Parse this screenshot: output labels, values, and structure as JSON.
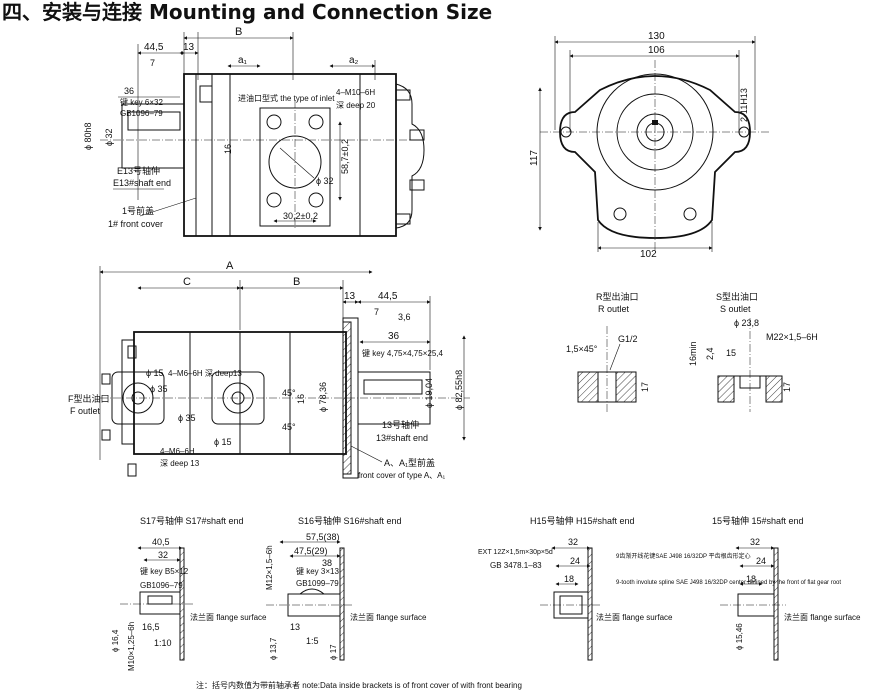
{
  "title": "四、安装与连接  Mounting and Connection Size",
  "labels": {
    "d_130": "130",
    "d_106": "106",
    "d_117": "117",
    "d_102": "102",
    "d_2_11": "2-11H13",
    "d_B": "B",
    "d_44_5": "44,5",
    "d_13": "13",
    "d_a1": "a₁",
    "d_a2": "a₂",
    "d_7": "7",
    "d_36_top": "36",
    "d_phi80": "ϕ 80h8",
    "d_phi32": "ϕ 32",
    "d_16": "16",
    "d_58_7": "58,7±0,2",
    "d_30_2": "30,2±0,2",
    "inlet": "进油口型式 the type of inlet",
    "m10": "4–M10–6H",
    "deep20": "深 deep 20",
    "key6": "键 key 6×32",
    "gb1": "GB1096–79",
    "e13_cn": "E13号轴伸",
    "e13_en": "E13#shaft end",
    "fc1_cn": "1号前盖",
    "fc1_en": "1# front cover",
    "d_A": "A",
    "d_C": "C",
    "d_B2": "B",
    "d_13b": "13",
    "d_44_5b": "44,5",
    "d_7b": "7",
    "d_3_6": "3,6",
    "d_36b": "36",
    "key475": "键 key 4,75×4,75×25,4",
    "phi15": "ϕ 15",
    "m6_13": "4–M6–6H 深 deep13",
    "phi35a": "ϕ 35",
    "phi35b": "ϕ 35",
    "phi15b": "ϕ 15",
    "m6b": "4–M6–6H",
    "deep13": "深 deep 13",
    "ang45a": "45°",
    "ang45b": "45°",
    "d_16b": "16",
    "phi78": "ϕ 78,36",
    "phi19": "ϕ 19,04",
    "phi82": "ϕ 82,55h8",
    "f_out_cn": "F型出油口",
    "f_out_en": "F outlet",
    "s13_cn": "13号轴伸",
    "s13_en": "13#shaft end",
    "aa1_cn": "A、A₁型前盖",
    "aa1_en": "front cover of type A、A₁",
    "r_cn": "R型出油口",
    "r_en": "R outlet",
    "s_cn": "S型出油口",
    "s_en": "S outlet",
    "chamfer": "1,5×45°",
    "g12": "G1/2",
    "d_17": "17",
    "phi23": "ϕ 23,8",
    "m22": "M22×1,5–6H",
    "d_16min": "16min",
    "d_2_4": "2,4",
    "d_15": "15",
    "d_17b": "17",
    "s17_title": "S17号轴伸   S17#shaft end",
    "d_40_5": "40,5",
    "d_32a": "32",
    "key5": "键 key B5×12",
    "gb2": "GB1096–79",
    "m10_1": "M10×1,25–6h",
    "phi16": "ϕ 16,4",
    "d_16_5": "16,5",
    "taper": "1:10",
    "flange1": "法兰面 flange surface",
    "s16_title": "S16号轴伸   S16#shaft end",
    "d_57_5": "57,5(38)",
    "d_47_5": "47,5(29)",
    "d_38": "38",
    "key3": "键 key 3×13",
    "gb3": "GB1099–79",
    "m12": "M12×1,5–6h",
    "phi13": "ϕ 13,7",
    "d_13c": "13",
    "taper2": "1:5",
    "phi17": "ϕ 17",
    "flange2": "法兰面 flange surface",
    "note": "注：括号内数值为带前轴承者 note:Data inside brackets is of front cover of with front bearing",
    "h15_title": "H15号轴伸   H15#shaft end",
    "ext": "EXT 12Z×1,5m×30p×5d",
    "gb4": "GB 3478.1–83",
    "d_32b": "32",
    "d_24a": "24",
    "d_18a": "18",
    "flange3": "法兰面 flange surface",
    "spline_cn": "9齿渐开线花键SAE J498 16/32DP 平齿根齿形定心",
    "spline_en": "9-tooth involute spline SAE J498 16/32DP center defined by the front of flat gear root",
    "s15_title": "15号轴伸  15#shaft end",
    "d_32c": "32",
    "d_24b": "24",
    "d_18b": "18",
    "phi15_46": "ϕ 15,46",
    "flange4": "法兰面 flange surface"
  }
}
